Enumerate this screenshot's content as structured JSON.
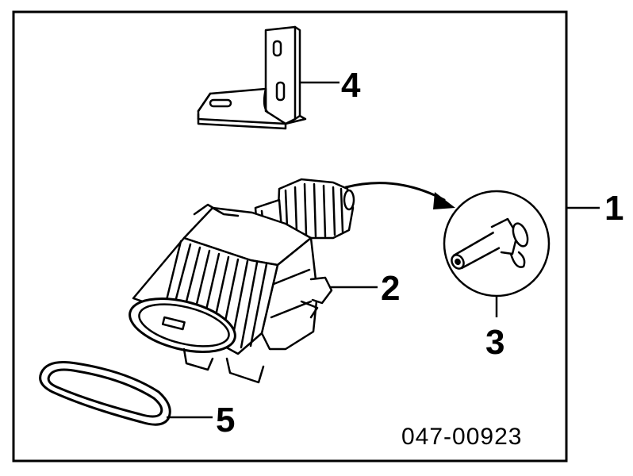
{
  "callouts": {
    "c1": "1",
    "c2": "2",
    "c3": "3",
    "c4": "4",
    "c5": "5"
  },
  "part_number": "047-00923"
}
